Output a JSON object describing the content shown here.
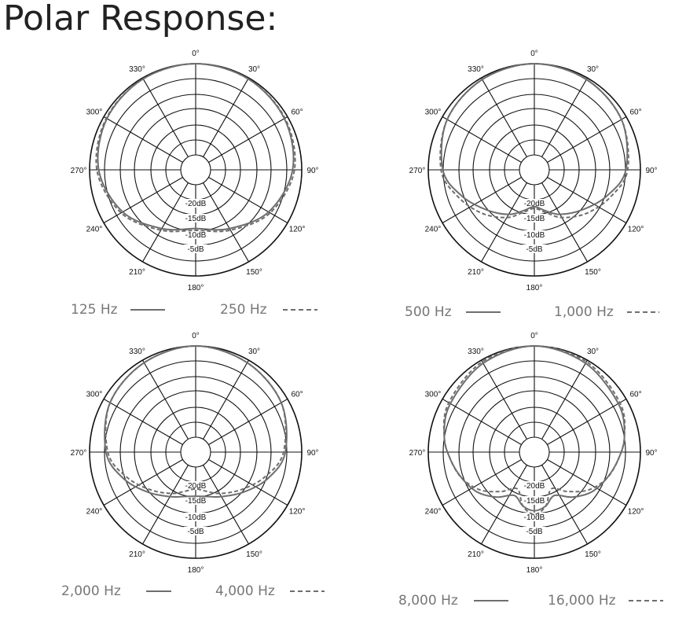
{
  "page": {
    "title": "Polar Response:"
  },
  "colors": {
    "grid": "#111111",
    "curve": "#6e6e6e",
    "legend_text": "#777777",
    "background": "#ffffff"
  },
  "chart_data": [
    {
      "type": "polar",
      "angles": [
        0,
        30,
        60,
        90,
        120,
        150,
        180,
        210,
        240,
        270,
        300,
        330
      ],
      "angle_labels": [
        "0°",
        "30°",
        "60°",
        "90°",
        "120°",
        "150°",
        "180°",
        "210°",
        "240°",
        "270°",
        "300°",
        "330°"
      ],
      "rings": [
        "-20dB",
        "-15dB",
        "-10dB",
        "-5dB"
      ],
      "series": [
        {
          "name": "125 Hz",
          "style": "solid",
          "angles": [
            0,
            30,
            60,
            90,
            120,
            150,
            180,
            210,
            240,
            270,
            300,
            330
          ],
          "values": [
            0,
            -0.3,
            -1,
            -2.5,
            -6,
            -10.5,
            -13,
            -10.5,
            -6,
            -2.5,
            -1,
            -0.3
          ]
        },
        {
          "name": "250 Hz",
          "style": "dashed",
          "angles": [
            0,
            30,
            60,
            90,
            120,
            150,
            180,
            210,
            240,
            270,
            300,
            330
          ],
          "values": [
            0,
            -0.3,
            -0.8,
            -2,
            -5.5,
            -10,
            -12.5,
            -10,
            -5.5,
            -2,
            -0.8,
            -0.3
          ]
        }
      ]
    },
    {
      "type": "polar",
      "angles": [
        0,
        30,
        60,
        90,
        120,
        150,
        180,
        210,
        240,
        270,
        300,
        330
      ],
      "angle_labels": [
        "0°",
        "30°",
        "60°",
        "90°",
        "120°",
        "150°",
        "180°",
        "210°",
        "240°",
        "270°",
        "300°",
        "330°"
      ],
      "rings": [
        "-20dB",
        "-15dB",
        "-10dB",
        "-5dB"
      ],
      "series": [
        {
          "name": "500 Hz",
          "style": "solid",
          "angles": [
            0,
            30,
            60,
            90,
            110,
            130,
            150,
            165,
            180,
            195,
            210,
            230,
            250,
            270,
            300,
            330
          ],
          "values": [
            0,
            -0.5,
            -1.5,
            -4,
            -8,
            -12,
            -15,
            -17.5,
            -19,
            -17.5,
            -15,
            -12,
            -8,
            -4,
            -1.5,
            -0.5
          ]
        },
        {
          "name": "1,000 Hz",
          "style": "dashed",
          "angles": [
            0,
            30,
            60,
            90,
            110,
            130,
            150,
            165,
            180,
            195,
            210,
            230,
            250,
            270,
            300,
            330
          ],
          "values": [
            0,
            -0.5,
            -1.5,
            -3.5,
            -7,
            -10.5,
            -14,
            -17,
            -18.5,
            -17,
            -14,
            -10.5,
            -7,
            -3.5,
            -1.5,
            -0.5
          ]
        }
      ]
    },
    {
      "type": "polar",
      "angles": [
        0,
        30,
        60,
        90,
        120,
        150,
        180,
        210,
        240,
        270,
        300,
        330
      ],
      "angle_labels": [
        "0°",
        "30°",
        "60°",
        "90°",
        "120°",
        "150°",
        "180°",
        "210°",
        "240°",
        "270°",
        "300°",
        "330°"
      ],
      "rings": [
        "-20dB",
        "-15dB",
        "-10dB",
        "-5dB"
      ],
      "series": [
        {
          "name": "2,000 Hz",
          "style": "solid",
          "angles": [
            0,
            30,
            60,
            90,
            110,
            130,
            150,
            165,
            180,
            195,
            210,
            230,
            250,
            270,
            300,
            330
          ],
          "values": [
            0,
            -0.8,
            -2,
            -4.5,
            -8,
            -12,
            -15,
            -16.5,
            -17,
            -16.5,
            -15,
            -12,
            -8,
            -4.5,
            -2,
            -0.8
          ]
        },
        {
          "name": "4,000 Hz",
          "style": "dashed",
          "angles": [
            0,
            30,
            60,
            90,
            110,
            130,
            150,
            165,
            180,
            195,
            210,
            230,
            250,
            270,
            300,
            330
          ],
          "values": [
            0,
            -0.8,
            -2,
            -5,
            -9,
            -13,
            -16,
            -18,
            -19,
            -18,
            -16,
            -13,
            -9,
            -5,
            -2,
            -0.8
          ]
        }
      ]
    },
    {
      "type": "polar",
      "angles": [
        0,
        30,
        60,
        90,
        120,
        150,
        180,
        210,
        240,
        270,
        300,
        330
      ],
      "angle_labels": [
        "0°",
        "30°",
        "60°",
        "90°",
        "120°",
        "150°",
        "180°",
        "210°",
        "240°",
        "270°",
        "300°",
        "330°"
      ],
      "rings": [
        "-20dB",
        "-15dB",
        "-10dB",
        "-5dB"
      ],
      "series": [
        {
          "name": "8,000 Hz",
          "style": "solid",
          "angles": [
            0,
            30,
            60,
            80,
            95,
            110,
            125,
            140,
            155,
            168,
            180,
            192,
            205,
            220,
            235,
            250,
            265,
            280,
            300,
            330
          ],
          "values": [
            0,
            -1,
            -2.5,
            -4,
            -6,
            -8,
            -10,
            -13,
            -16,
            -14,
            -13,
            -14,
            -16,
            -13,
            -10,
            -8,
            -6,
            -4,
            -2.5,
            -1
          ]
        },
        {
          "name": "16,000 Hz",
          "style": "dashed",
          "angles": [
            0,
            30,
            60,
            80,
            95,
            110,
            125,
            140,
            155,
            168,
            180,
            192,
            205,
            220,
            235,
            250,
            265,
            280,
            300,
            330
          ],
          "values": [
            0,
            -0.5,
            -2,
            -4,
            -6,
            -8,
            -11,
            -15,
            -18,
            -14,
            -12,
            -14,
            -18,
            -15,
            -11,
            -8,
            -6,
            -4,
            -2,
            -0.5
          ]
        }
      ]
    }
  ]
}
